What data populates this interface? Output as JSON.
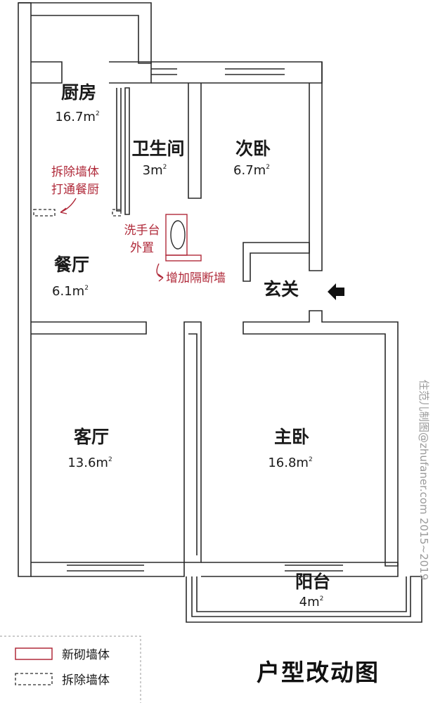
{
  "colors": {
    "wall": "#2a2a2a",
    "new_wall": "#b02a3a",
    "note": "#b02a3a",
    "background": "#ffffff"
  },
  "rooms": {
    "kitchen": {
      "name": "厨房",
      "area": "16.7m",
      "unit_sup": "2"
    },
    "bathroom": {
      "name": "卫生间",
      "area": "3m",
      "unit_sup": "2"
    },
    "second_bedroom": {
      "name": "次卧",
      "area": "6.7m",
      "unit_sup": "2"
    },
    "dining": {
      "name": "餐厅",
      "area": "6.1m",
      "unit_sup": "2"
    },
    "entrance": {
      "name": "玄关"
    },
    "living": {
      "name": "客厅",
      "area": "13.6m",
      "unit_sup": "2"
    },
    "master_bedroom": {
      "name": "主卧",
      "area": "16.8m",
      "unit_sup": "2"
    },
    "balcony": {
      "name": "阳台",
      "area": "4m",
      "unit_sup": "2"
    }
  },
  "annotations": {
    "remove_wall_line1": "拆除墙体",
    "remove_wall_line2": "打通餐厨",
    "sink_line1": "洗手台",
    "sink_line2": "外置",
    "add_partition": "增加隔断墙"
  },
  "legend": {
    "new_wall": "新砌墙体",
    "removed_wall": "拆除墙体"
  },
  "title": "户型改动图",
  "watermark": "住范儿制图@zhufaner.com 2015~2019",
  "icons": {
    "entrance_arrow": "arrow-left-icon"
  }
}
